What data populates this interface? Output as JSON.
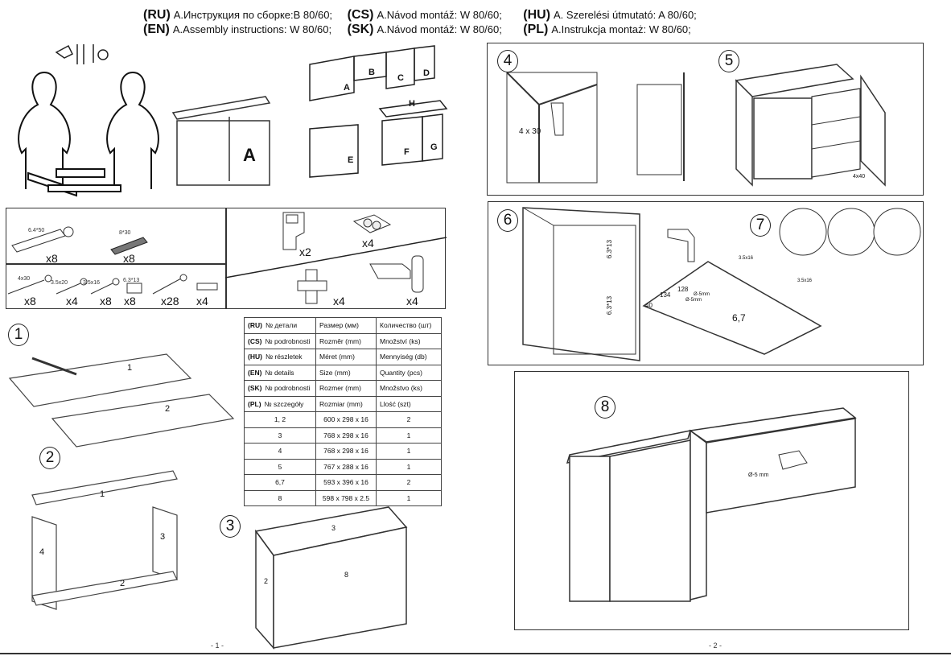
{
  "header": {
    "title_partial": "Dana 2.4m",
    "lines": [
      [
        {
          "lang": "(RU)",
          "text": "A.Инструкция по сборке:В 80/60;"
        },
        {
          "lang": "(CS)",
          "text": "A.Návod montáž: W 80/60;"
        },
        {
          "lang": "(HU)",
          "text": "A. Szerelési útmutató: A 80/60;"
        }
      ],
      [
        {
          "lang": "(EN)",
          "text": "A.Assembly instructions: W 80/60;"
        },
        {
          "lang": "(SK)",
          "text": "A.Návod montáž: W 80/60;"
        },
        {
          "lang": "(PL)",
          "text": "A.Instrukcja montaż: W 80/60;"
        }
      ]
    ]
  },
  "intro": {
    "cabinet_label": "A",
    "kitchen_labels": [
      "A",
      "B",
      "C",
      "D",
      "E",
      "F",
      "G",
      "H"
    ]
  },
  "hardware": {
    "row1": [
      {
        "name": "wall-plug",
        "size": "6.4*50",
        "qty": "x8"
      },
      {
        "name": "dowel",
        "size": "8*30",
        "qty": "x8"
      }
    ],
    "row2": [
      {
        "name": "screw",
        "size": "4x30",
        "qty": "x8"
      },
      {
        "name": "screw",
        "size": "3.5x20",
        "qty": "x4"
      },
      {
        "name": "screw",
        "size": "3.5x16",
        "qty": "x8"
      },
      {
        "name": "euro-screw",
        "size": "6.3*13",
        "qty": "x8"
      },
      {
        "name": "nail",
        "size": "",
        "qty": "x28"
      },
      {
        "name": "connector",
        "size": "",
        "qty": "x4"
      }
    ],
    "row3": [
      {
        "name": "hanging-bracket",
        "qty": "x2"
      },
      {
        "name": "leg-pads",
        "qty": "x4"
      },
      {
        "name": "hinge-plate",
        "qty": "x4"
      },
      {
        "name": "hinge",
        "qty": "x4"
      }
    ]
  },
  "parts_table": {
    "headers": [
      [
        "(RU)",
        "№ детали",
        "Размер  (мм)",
        "Количество (шт)"
      ],
      [
        "(CS)",
        "№ podrobnosti",
        "Rozměr (mm)",
        "Množství (ks)"
      ],
      [
        "(HU)",
        "№ részletek",
        "Méret (mm)",
        "Mennyiség (db)"
      ],
      [
        "(EN)",
        "№ details",
        "Size (mm)",
        "Quantity  (pcs)"
      ],
      [
        "(SK)",
        "№ podrobnosti",
        "Rozmer (mm)",
        "Množstvo (ks)"
      ],
      [
        "(PL)",
        "№ szczegóły",
        "Rozmiar (mm)",
        "Llość (szt)"
      ]
    ],
    "rows": [
      [
        "1, 2",
        "600 x 298 x 16",
        "2"
      ],
      [
        "3",
        "768 x 298 x 16",
        "1"
      ],
      [
        "4",
        "768 x 298 x 16",
        "1"
      ],
      [
        "5",
        "767 x 288 x 16",
        "1"
      ],
      [
        "6,7",
        "593 x 396 x 16",
        "2"
      ],
      [
        "8",
        "598 x 798 x 2.5",
        "1"
      ]
    ]
  },
  "steps": {
    "s1": {
      "num": "1",
      "labels": [
        "1",
        "2"
      ]
    },
    "s2": {
      "num": "2",
      "labels": [
        "1",
        "2",
        "3",
        "4"
      ]
    },
    "s3": {
      "num": "3",
      "labels": [
        "3",
        "2",
        "8"
      ]
    },
    "s4": {
      "num": "4",
      "label": "4 x 30"
    },
    "s5": {
      "num": "5",
      "label": "4x40"
    },
    "s6": {
      "num": "6",
      "labels": [
        "6.3*13",
        "6.3*13"
      ]
    },
    "s7": {
      "num": "7",
      "labels": [
        "3.5x16",
        "3.5x16",
        "6,7",
        "40",
        "134",
        "128",
        "Ø-5mm",
        "Ø-5mm"
      ]
    },
    "s8": {
      "num": "8",
      "label": "Ø-5 mm"
    }
  },
  "pages": {
    "left": "- 1 -",
    "right": "- 2 -"
  }
}
